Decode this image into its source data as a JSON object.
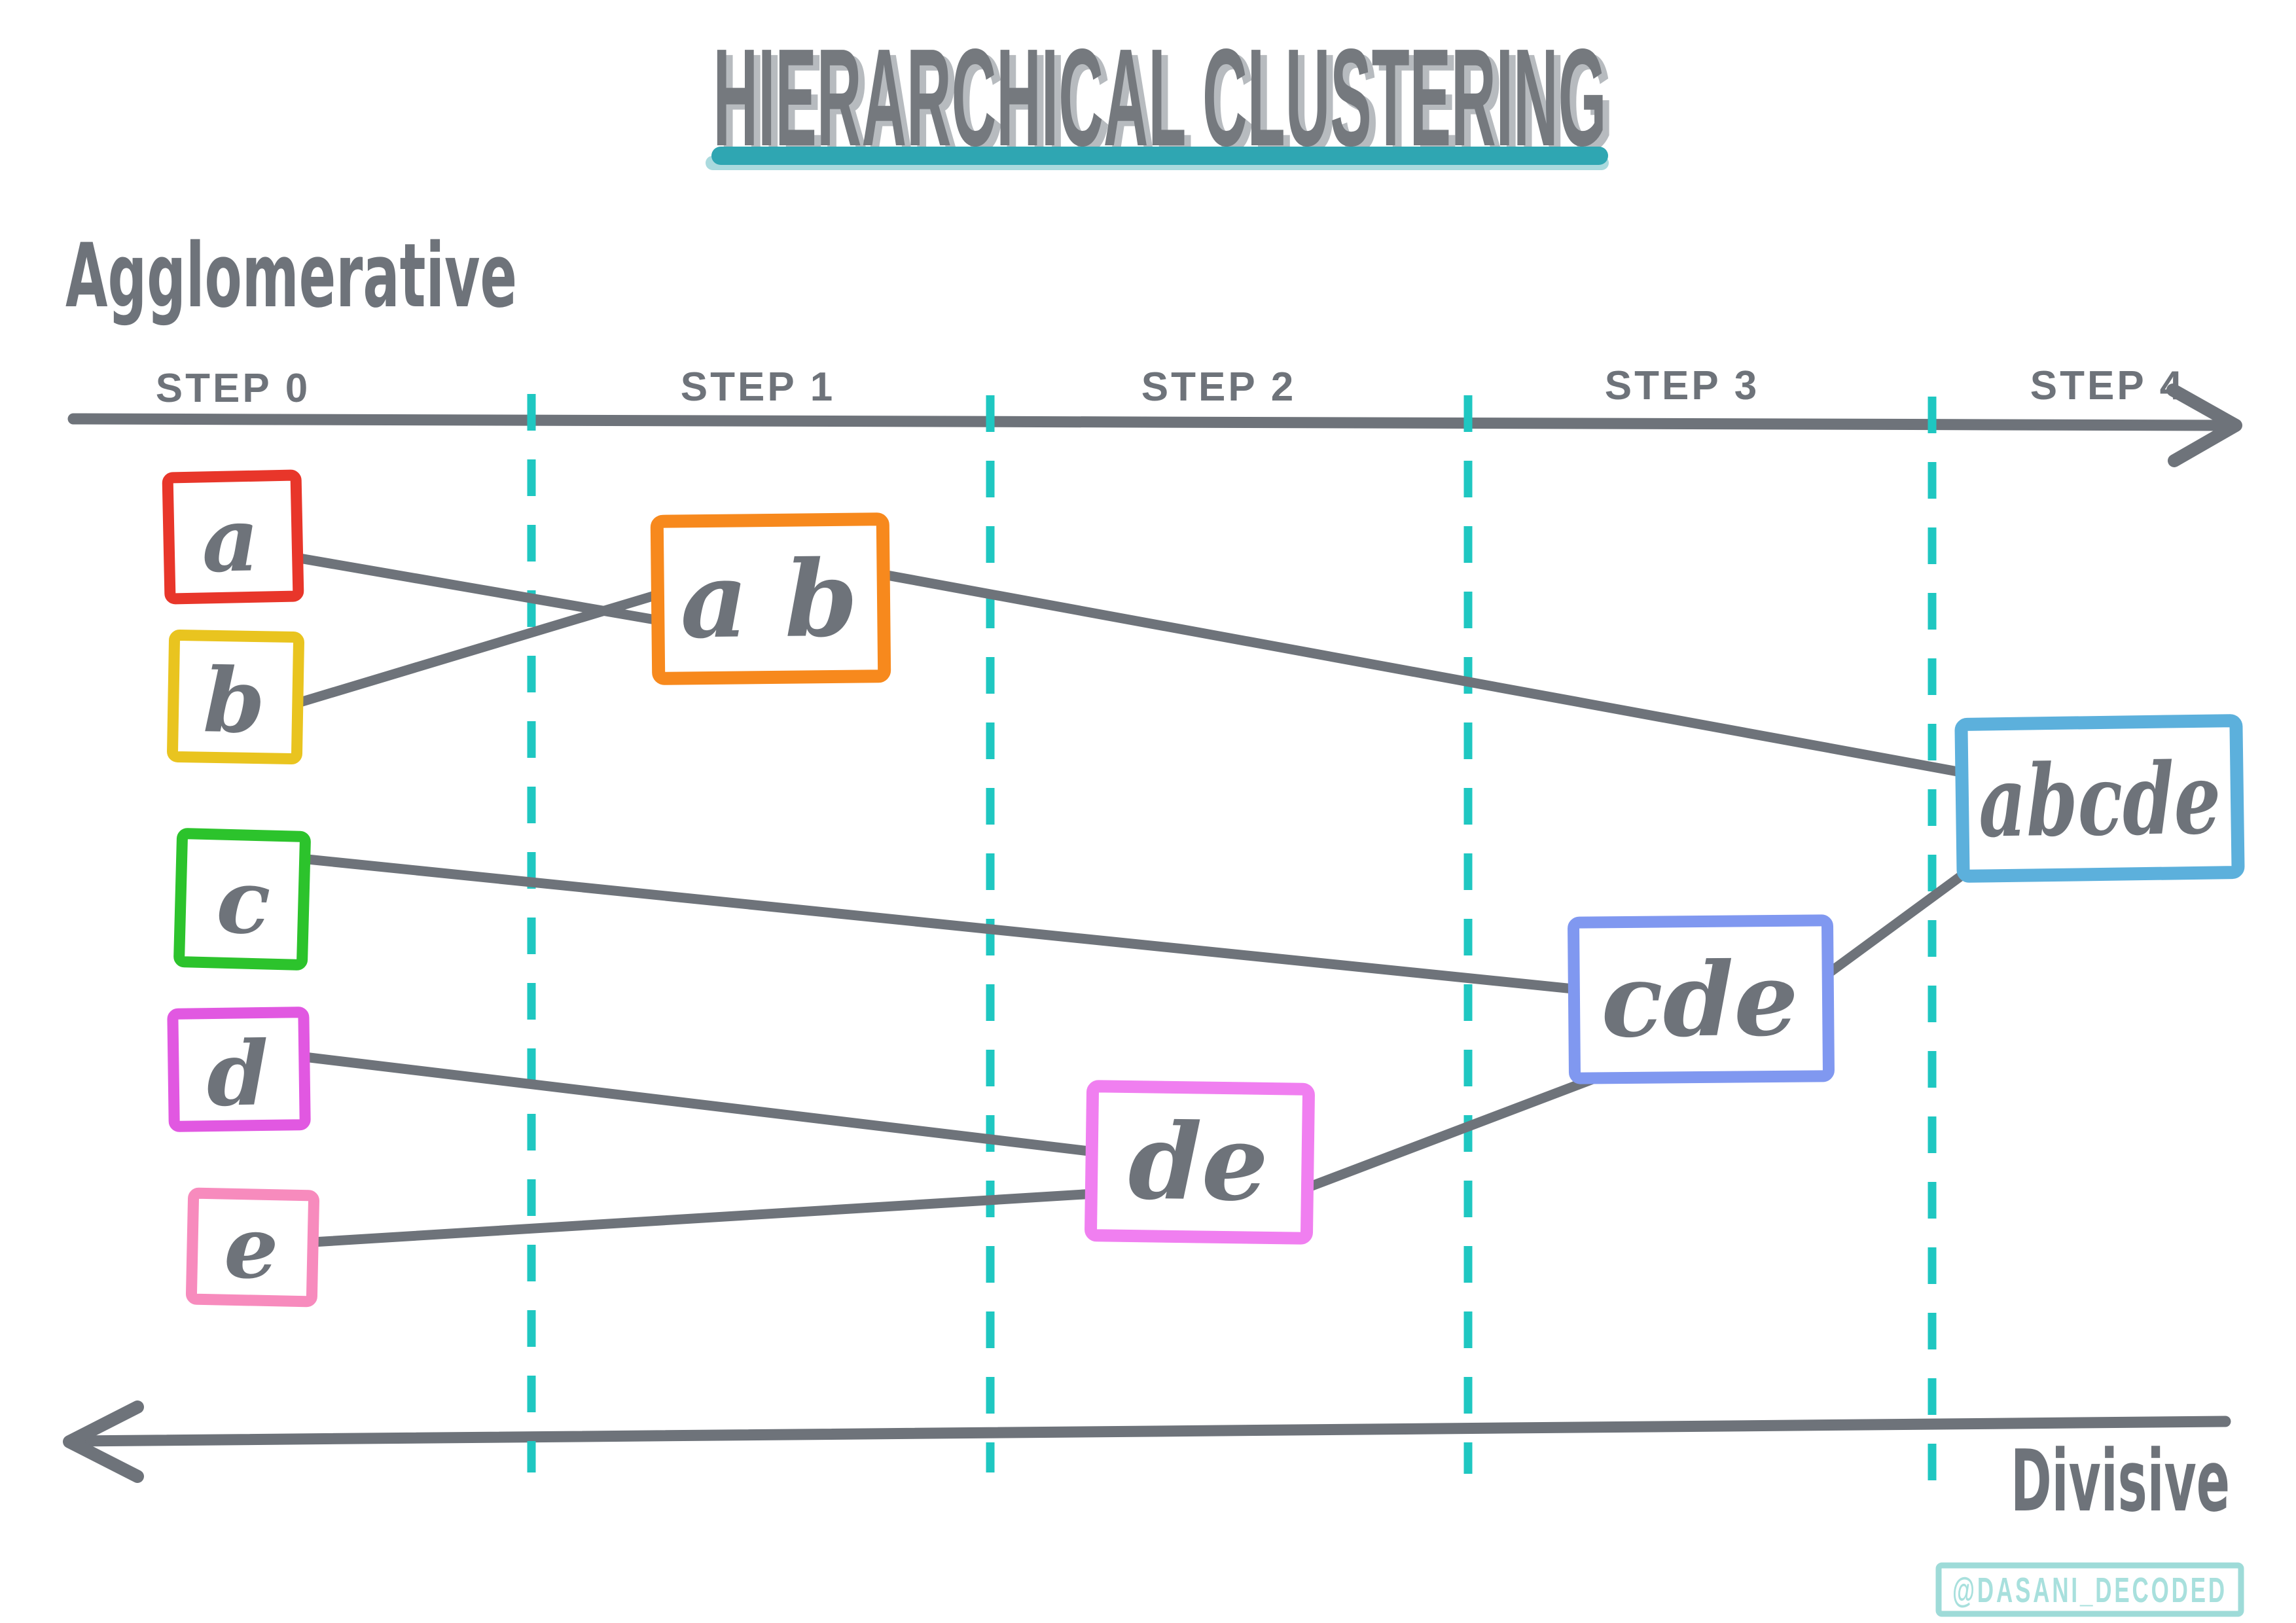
{
  "title": "HIERARCHICAL CLUSTERING",
  "labels": {
    "agglomerative": "Agglomerative",
    "divisive": "Divisive"
  },
  "timeline": {
    "steps": [
      "STEP 0",
      "STEP 1",
      "STEP 2",
      "STEP 3",
      "STEP 4"
    ]
  },
  "clusters": {
    "a": {
      "label": "a"
    },
    "b": {
      "label": "b"
    },
    "c": {
      "label": "c"
    },
    "d": {
      "label": "d"
    },
    "e": {
      "label": "e"
    },
    "ab": {
      "label": "a b"
    },
    "de": {
      "label": "de"
    },
    "cde": {
      "label": "cde"
    },
    "abcde": {
      "label": "abcde"
    }
  },
  "watermark": "@DASANI_DECODED",
  "colors": {
    "ink": "#6e737a",
    "title_ink": "#75797e",
    "title_shadow": "#b7bbbf",
    "underline": "#2fa6b2",
    "underline_shadow": "#aadade",
    "dash": "#1fc7c1",
    "box_a": "#e8362a",
    "box_b": "#e9c41f",
    "box_c": "#2cc32c",
    "box_d": "#e158e1",
    "box_e": "#f78bbd",
    "box_ab": "#f7891d",
    "box_de": "#f07ff0",
    "box_cde": "#8098f0",
    "box_abcde": "#5cb0dc",
    "watermark_border": "#9edbd8",
    "watermark_text": "#a8e0dd"
  }
}
